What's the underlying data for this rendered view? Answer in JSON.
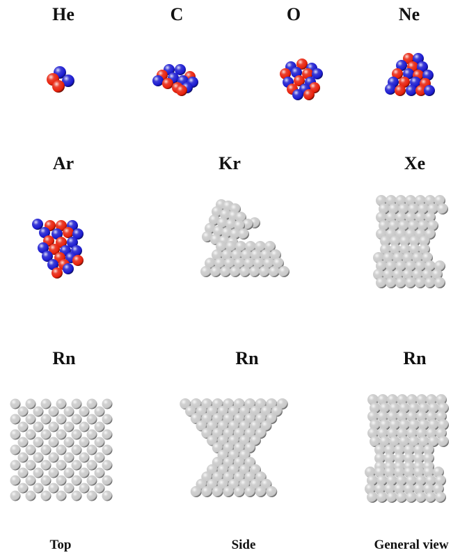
{
  "clusters": [
    {
      "id": "he",
      "label": "He",
      "style": "nucleus"
    },
    {
      "id": "c",
      "label": "C",
      "style": "nucleus"
    },
    {
      "id": "o",
      "label": "O",
      "style": "nucleus"
    },
    {
      "id": "ne",
      "label": "Ne",
      "style": "nucleus"
    },
    {
      "id": "ar",
      "label": "Ar",
      "style": "nucleus"
    },
    {
      "id": "kr",
      "label": "Kr",
      "style": "grey"
    },
    {
      "id": "xe",
      "label": "Xe",
      "style": "grey"
    },
    {
      "id": "rn-top",
      "label": "Rn",
      "style": "grey"
    },
    {
      "id": "rn-side",
      "label": "Rn",
      "style": "grey"
    },
    {
      "id": "rn-general",
      "label": "Rn",
      "style": "grey"
    }
  ],
  "captions": {
    "top": "Top",
    "side": "Side",
    "general": "General view"
  },
  "colors": {
    "proton": "#e8200a",
    "neutron": "#1a1ad0",
    "grey_sphere": "#c8c8c8"
  }
}
